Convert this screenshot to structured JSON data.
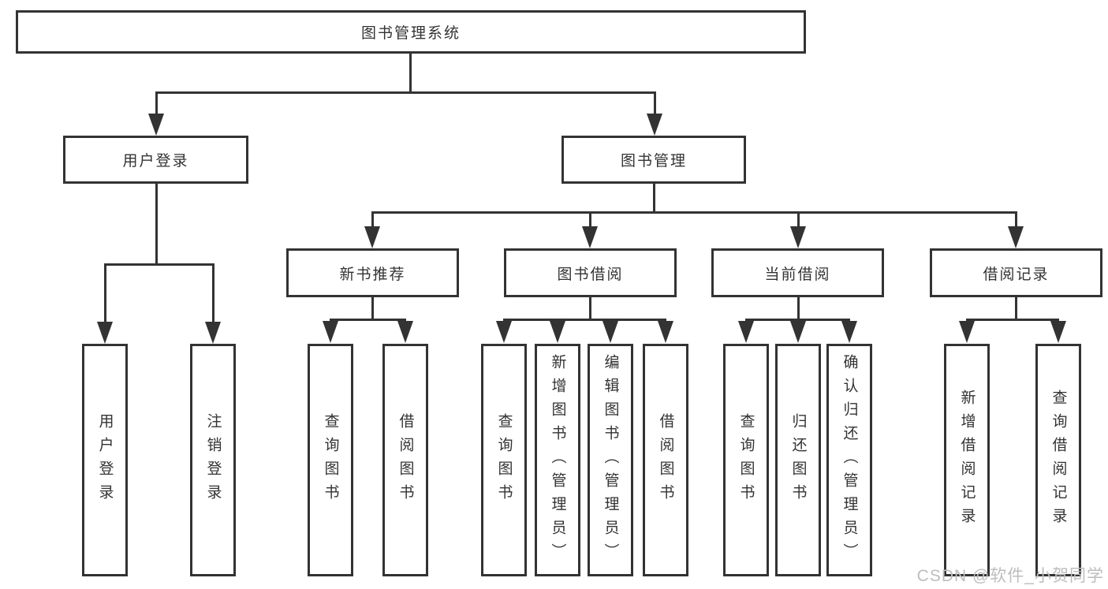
{
  "watermark": "CSDN @软件_小贺同学",
  "colors": {
    "line": "#333333",
    "background": "#ffffff",
    "watermark": "#bdbdbd"
  },
  "tree": {
    "root": "图书管理系统",
    "branches": [
      {
        "label": "用户登录",
        "leaves": [
          "用户登录",
          "注销登录"
        ]
      },
      {
        "label": "图书管理",
        "groups": [
          {
            "label": "新书推荐",
            "leaves": [
              "查询图书",
              "借阅图书"
            ]
          },
          {
            "label": "图书借阅",
            "leaves": [
              "查询图书",
              "新增图书（管理员）",
              "编辑图书（管理员）",
              "借阅图书"
            ]
          },
          {
            "label": "当前借阅",
            "leaves": [
              "查询图书",
              "归还图书",
              "确认归还（管理员）"
            ]
          },
          {
            "label": "借阅记录",
            "leaves": [
              "新增借阅记录",
              "查询借阅记录"
            ]
          }
        ]
      }
    ]
  }
}
